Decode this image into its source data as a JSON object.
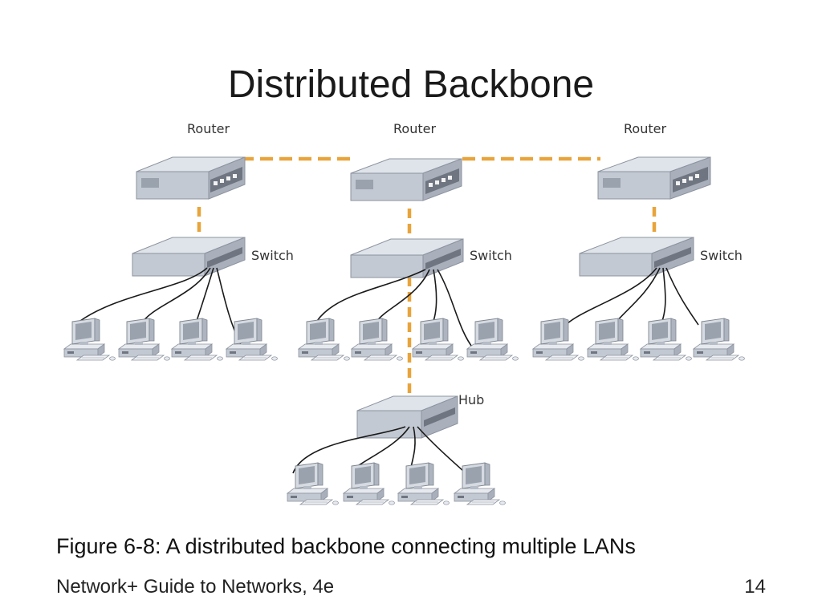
{
  "slide": {
    "title": "Distributed Backbone",
    "caption": "Figure 6-8: A distributed backbone connecting multiple LANs",
    "footer": "Network+ Guide to Networks, 4e",
    "page_number": "14"
  },
  "diagram": {
    "labels": {
      "router": "Router",
      "switch": "Switch",
      "hub": "Hub"
    },
    "colors": {
      "backbone": "#e8a43a",
      "device_top": "#dfe3ea",
      "device_side": "#a9b0bc",
      "device_front": "#c3c9d2",
      "cable": "#1a1a1a"
    },
    "groups": [
      {
        "id": "left",
        "workstations": 4
      },
      {
        "id": "center",
        "workstations": 4,
        "hub_workstations": 4
      },
      {
        "id": "right",
        "workstations": 4
      }
    ]
  }
}
